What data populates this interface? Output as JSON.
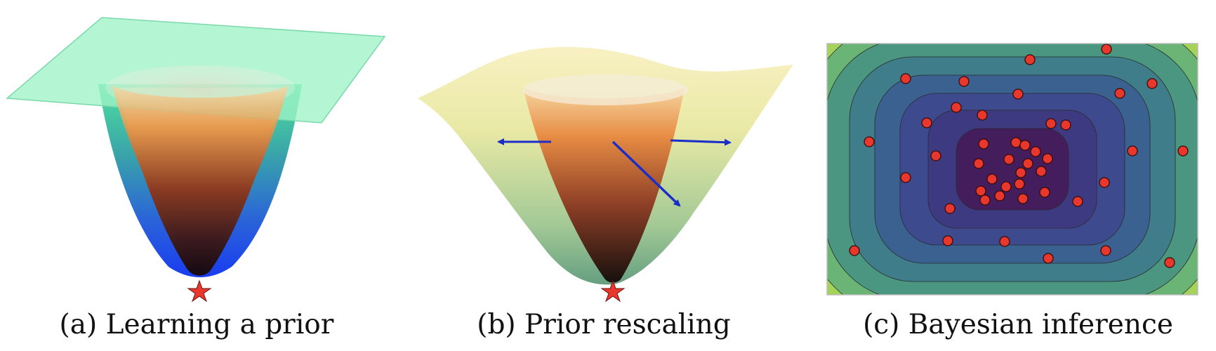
{
  "panels": [
    {
      "id": "a",
      "caption": "(a) Learning a prior"
    },
    {
      "id": "b",
      "caption": "(b) Prior rescaling"
    },
    {
      "id": "c",
      "caption": "(c) Bayesian inference"
    }
  ],
  "colors": {
    "plane": "#9ff2c6",
    "arrow": "#1b2fc8",
    "star": "#e8372c",
    "sample_point": "#e8372c",
    "contour_outer": "#a5d35a",
    "contour_inner": "#441d5c"
  },
  "icons": {
    "minimum_marker": "star-icon"
  },
  "contour_panel": {
    "level_colors": [
      "#a5d35a",
      "#6ab476",
      "#4b9680",
      "#3e7d89",
      "#3a6190",
      "#3d4b8e",
      "#3e3a82",
      "#441d5c"
    ]
  }
}
